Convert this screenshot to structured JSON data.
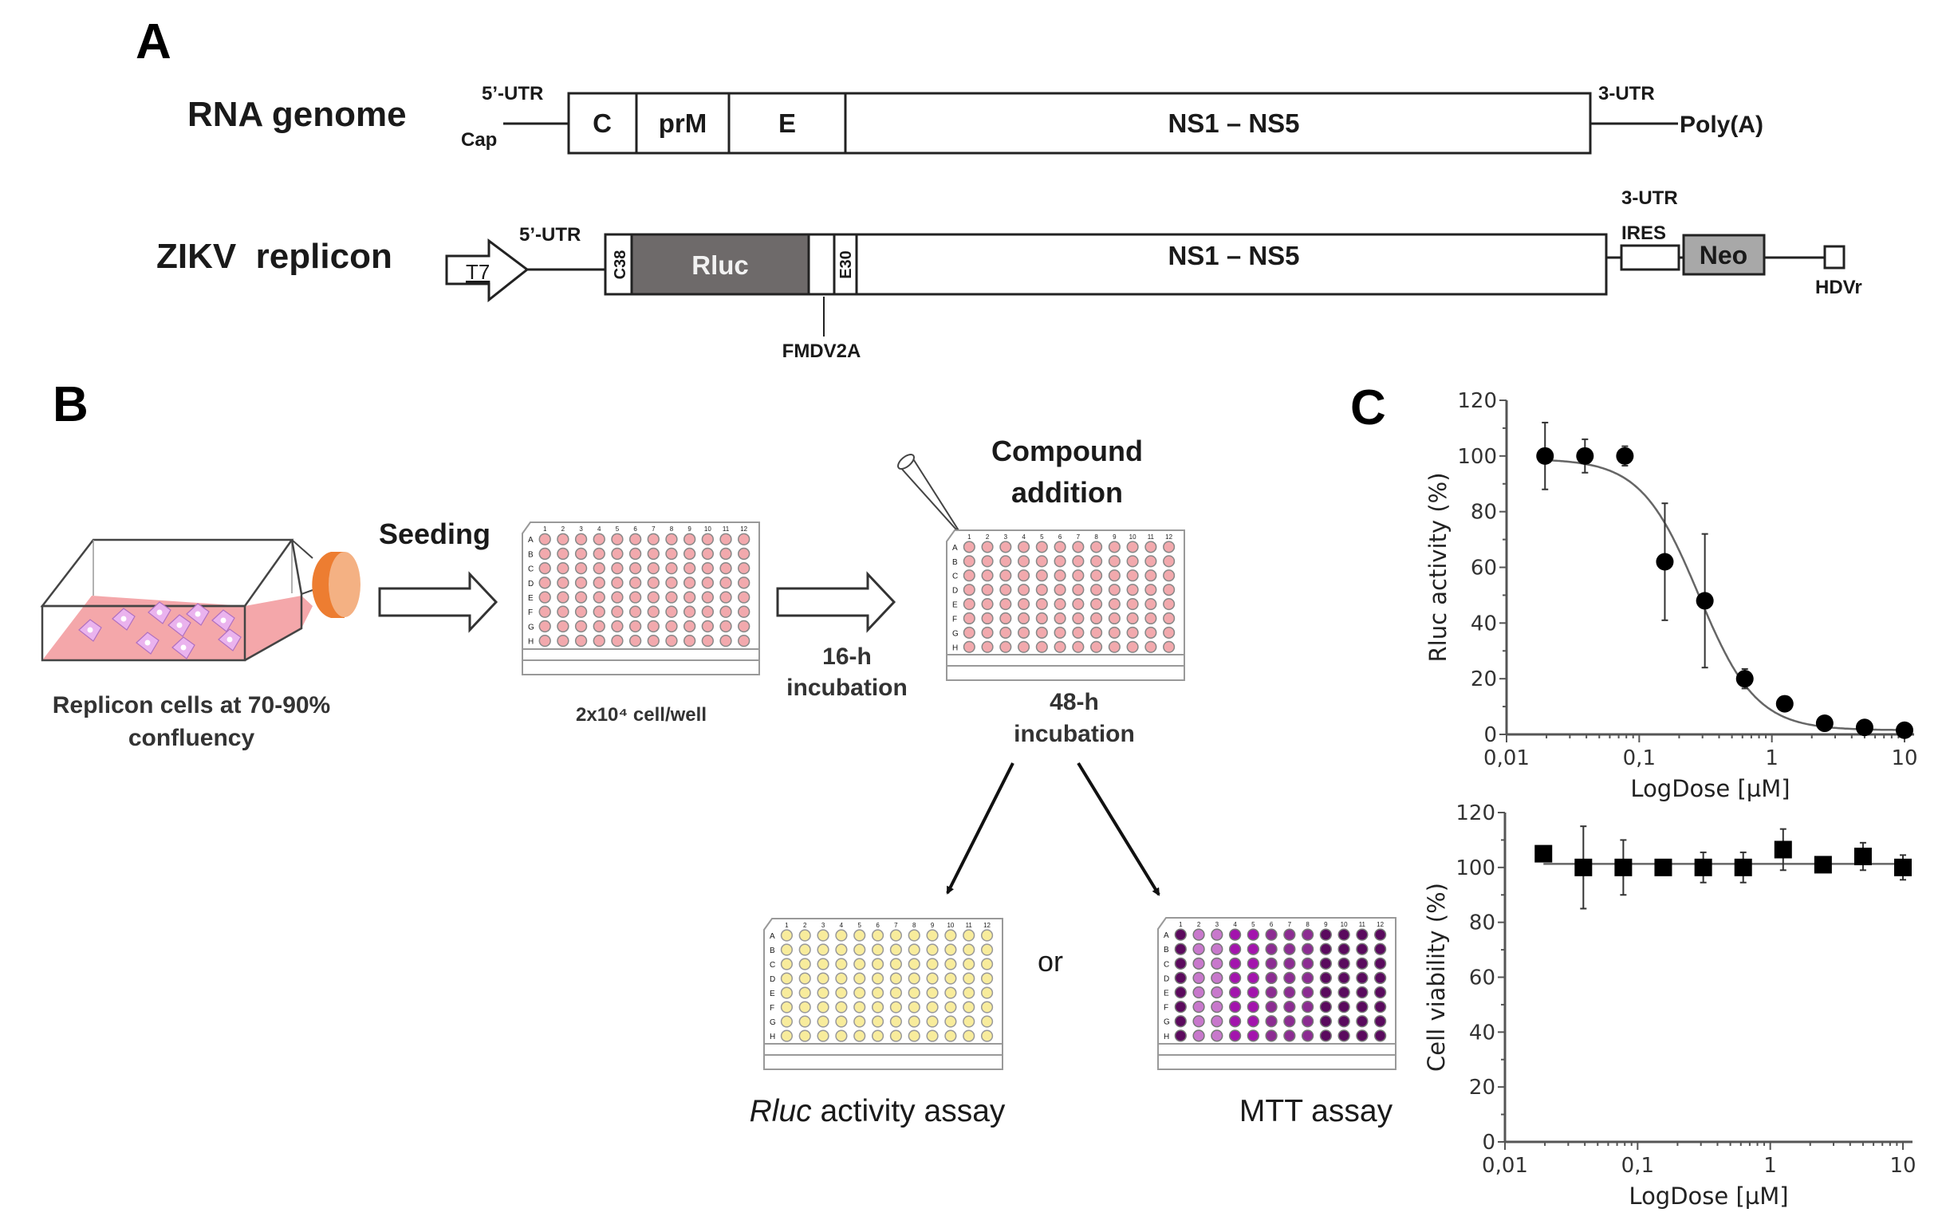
{
  "panels": {
    "a": "A",
    "b": "B",
    "c": "C"
  },
  "panel_a": {
    "rna_genome": {
      "label": "RNA genome",
      "utr5": "5’-UTR",
      "cap": "Cap",
      "segments": [
        "C",
        "prM",
        "E",
        "NS1 – NS5"
      ],
      "utr3": "3-UTR",
      "polya": "Poly(A)"
    },
    "replicon": {
      "label": "ZIKV  replicon",
      "promoter": "T7",
      "utr5": "5’-UTR",
      "segments": [
        "C38",
        "Rluc",
        "",
        "E30",
        "NS1 – NS5"
      ],
      "fmdv": "FMDV2A",
      "utr3": "3-UTR",
      "ires": "IRES",
      "neo": "Neo",
      "hdvr": "HDVr"
    },
    "colors": {
      "rluc_fill": "#6e6a6a",
      "neo_fill": "#a8a8a8"
    }
  },
  "panel_b": {
    "flask_caption": [
      "Replicon cells at 70-90%",
      "confluency"
    ],
    "step1_label": "Seeding",
    "plate1_caption": "2x10⁴ cell/well",
    "step2_label": [
      "16-h",
      "incubation"
    ],
    "step3_label": [
      "Compound",
      "addition"
    ],
    "step4_label": [
      "48-h",
      "incubation"
    ],
    "or_label": "or",
    "rluc_assay_italic": "Rluc",
    "rluc_assay_rest": " activity assay",
    "mtt_assay": "MTT assay",
    "row_labels": [
      "A",
      "B",
      "C",
      "D",
      "E",
      "F",
      "G",
      "H"
    ],
    "col_labels": [
      "1",
      "2",
      "3",
      "4",
      "5",
      "6",
      "7",
      "8",
      "9",
      "10",
      "11",
      "12"
    ],
    "colors": {
      "medium_pink": "#f4a7aa",
      "cell_well": "#f2a9ad",
      "cap_dark": "#ed7d31",
      "cap_light": "#f4b183",
      "rluc_well": "#f8ec9c",
      "mtt_columns": [
        "#5c0a5e",
        "#c878cc",
        "#c878cc",
        "#a314ad",
        "#a314ad",
        "#8c2c92",
        "#8c2c92",
        "#8c2c92",
        "#5a0a5e",
        "#5a0a5e",
        "#5a0a5e",
        "#5a0a5e"
      ]
    }
  },
  "chart_data": [
    {
      "type": "scatter",
      "title": "",
      "xlabel": "LogDose [µM]",
      "ylabel": "Rluc activity (%)",
      "xscale": "log",
      "xlim": [
        0.01,
        10
      ],
      "ylim": [
        0,
        120
      ],
      "xticks": [
        0.01,
        0.1,
        1,
        10
      ],
      "xtick_labels": [
        "0,01",
        "0,1",
        "1",
        "10"
      ],
      "yticks": [
        0,
        20,
        40,
        60,
        80,
        100,
        120
      ],
      "ytick_labels": [
        "0",
        "20",
        "40",
        "60",
        "80",
        "100",
        "120"
      ],
      "marker": "circle",
      "x": [
        0.0195,
        0.039,
        0.078,
        0.156,
        0.3125,
        0.625,
        1.25,
        2.5,
        5,
        10
      ],
      "y": [
        100,
        100,
        100,
        62,
        48,
        20,
        11,
        4,
        2.5,
        1.5
      ],
      "yerr": [
        12,
        6,
        3.5,
        21,
        24,
        3.5,
        1,
        1,
        1,
        1
      ],
      "fit": {
        "type": "sigmoid",
        "top": 99,
        "bottom": 1.5,
        "ic50": 0.28,
        "hill": 2.0
      }
    },
    {
      "type": "scatter",
      "title": "",
      "xlabel": "LogDose [µM]",
      "ylabel": "Cell viability (%)",
      "xscale": "log",
      "xlim": [
        0.01,
        10
      ],
      "ylim": [
        0,
        120
      ],
      "xticks": [
        0.01,
        0.1,
        1,
        10
      ],
      "xtick_labels": [
        "0,01",
        "0,1",
        "1",
        "10"
      ],
      "yticks": [
        0,
        20,
        40,
        60,
        80,
        100,
        120
      ],
      "ytick_labels": [
        "0",
        "20",
        "40",
        "60",
        "80",
        "100",
        "120"
      ],
      "marker": "square",
      "x": [
        0.0195,
        0.039,
        0.078,
        0.156,
        0.3125,
        0.625,
        1.25,
        2.5,
        5,
        10
      ],
      "y": [
        105,
        100,
        100,
        100,
        100,
        100,
        106.5,
        101,
        104,
        100
      ],
      "yerr": [
        0.5,
        15,
        10,
        0.5,
        5.5,
        5.5,
        7.5,
        0.5,
        5,
        4.5
      ],
      "fit": {
        "type": "constant",
        "value": 101.3
      }
    }
  ]
}
